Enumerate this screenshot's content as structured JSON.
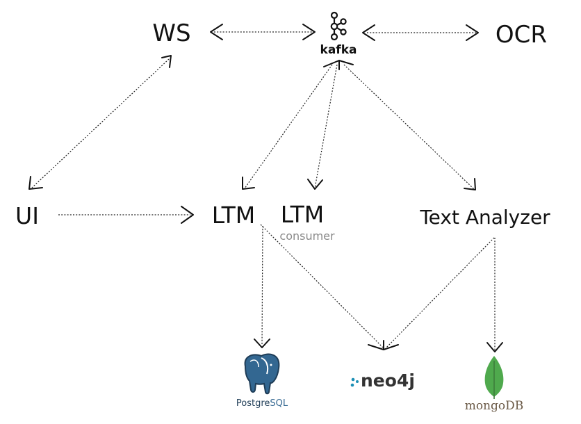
{
  "nodes": {
    "ws": {
      "label": "WS"
    },
    "ocr": {
      "label": "OCR"
    },
    "ui": {
      "label": "UI"
    },
    "ltm": {
      "label": "LTM"
    },
    "ltm_consumer": {
      "label": "LTM",
      "sublabel": "consumer"
    },
    "text_analyzer": {
      "label": "Text Analyzer"
    },
    "kafka": {
      "label": "kafka",
      "icon": "kafka-logo"
    },
    "postgres": {
      "label_dark": "Postgre",
      "label_accent": "SQL",
      "icon": "postgresql-elephant-logo"
    },
    "neo4j": {
      "label": "neo4j",
      "icon": "neo4j-logo"
    },
    "mongodb": {
      "label": "mongoDB",
      "icon": "mongodb-leaf-logo"
    }
  },
  "edges": [
    {
      "from": "WS",
      "to": "kafka",
      "direction": "both"
    },
    {
      "from": "kafka",
      "to": "OCR",
      "direction": "both"
    },
    {
      "from": "WS",
      "to": "UI",
      "direction": "both"
    },
    {
      "from": "UI",
      "to": "LTM",
      "direction": "forward"
    },
    {
      "from": "kafka",
      "to": "LTM",
      "direction": "both"
    },
    {
      "from": "kafka",
      "to": "LTM consumer",
      "direction": "forward"
    },
    {
      "from": "kafka",
      "to": "Text Analyzer",
      "direction": "both"
    },
    {
      "from": "LTM",
      "to": "PostgreSQL",
      "direction": "forward"
    },
    {
      "from": "LTM",
      "to": "neo4j",
      "direction": "forward"
    },
    {
      "from": "Text Analyzer",
      "to": "neo4j",
      "direction": "forward"
    },
    {
      "from": "Text Analyzer",
      "to": "mongoDB",
      "direction": "forward"
    }
  ],
  "colors": {
    "text": "#111111",
    "edge": "#222222",
    "sublabel": "#8a8a8a",
    "postgres_blue": "#336791",
    "neo4j_teal": "#1c8fb5",
    "neo4j_dark": "#333333",
    "mongodb_green": "#4fa94d",
    "mongodb_text": "#6b5a47"
  }
}
